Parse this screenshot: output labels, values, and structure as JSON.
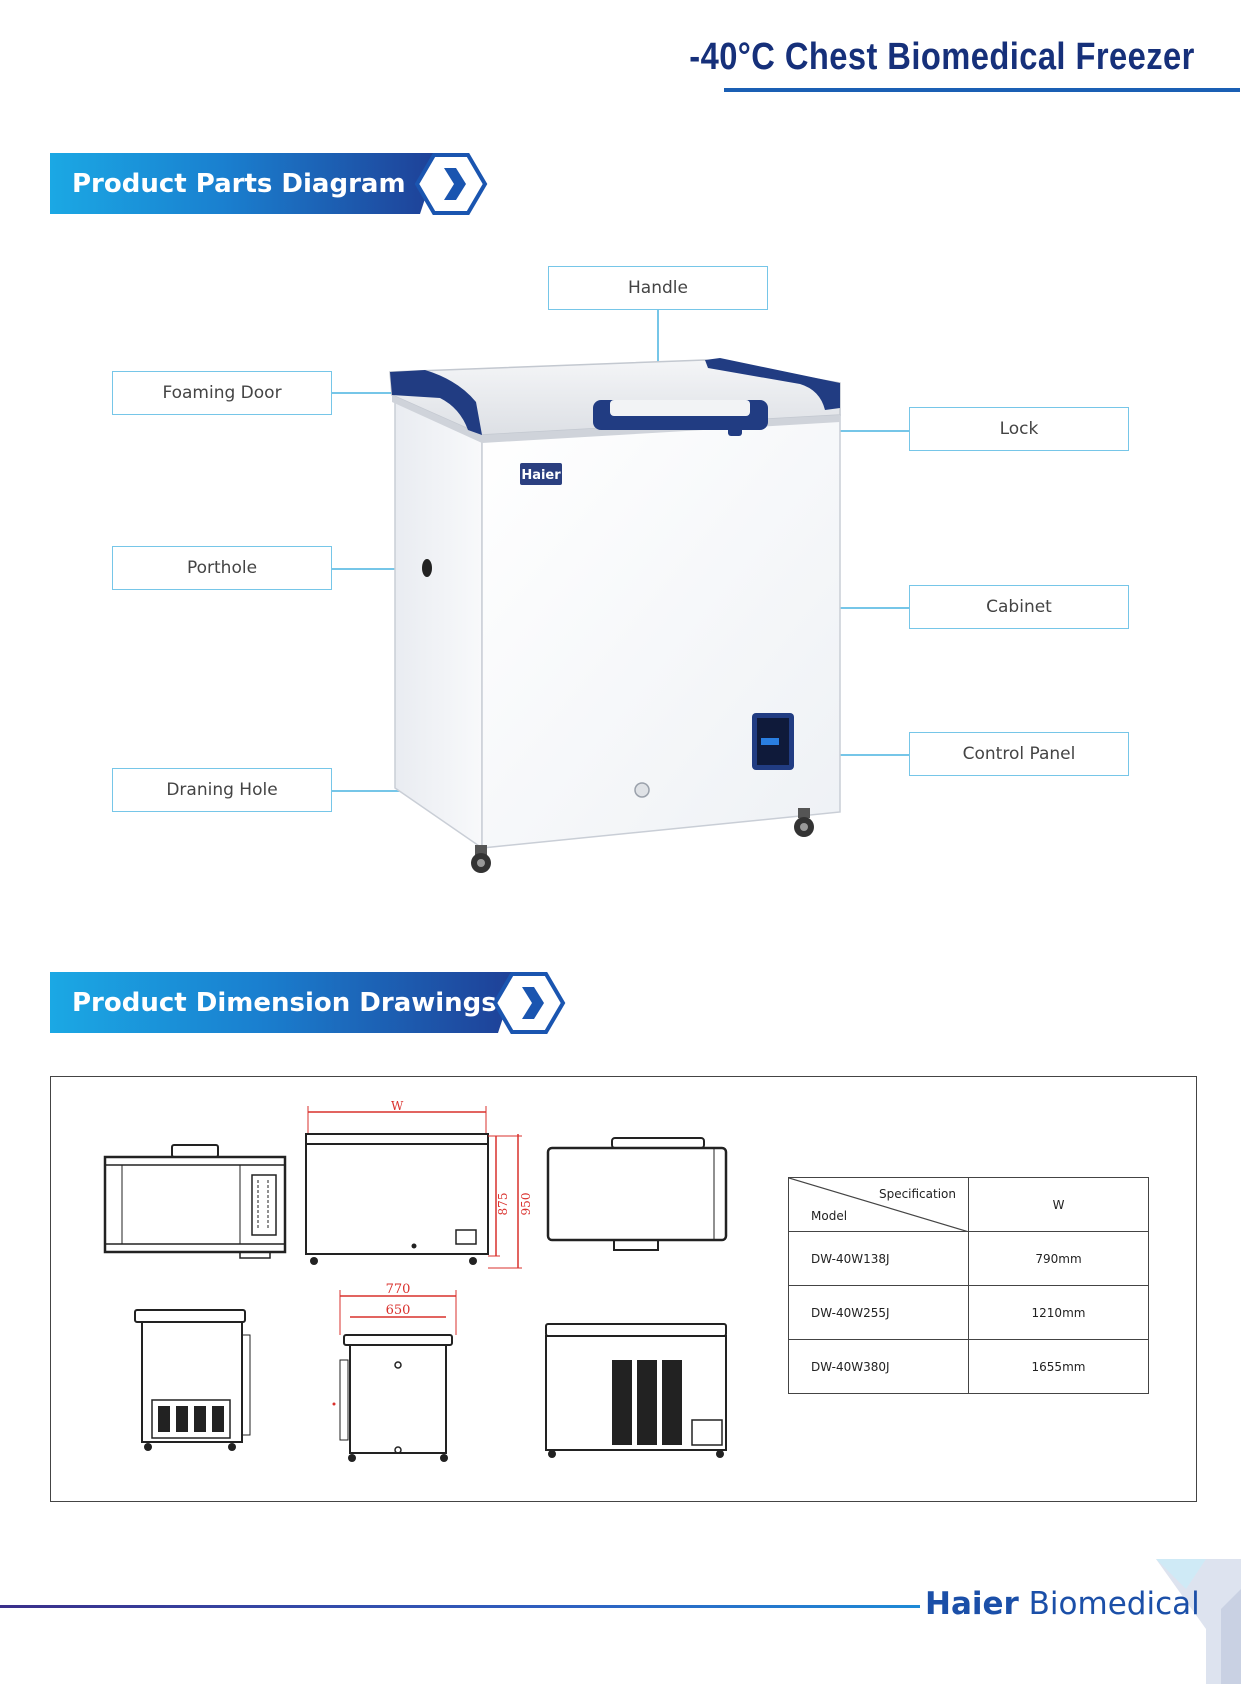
{
  "header": {
    "title": "-40°C Chest Biomedical Freezer"
  },
  "sections": {
    "parts": "Product Parts Diagram",
    "dimensions": "Product Dimension Drawings"
  },
  "parts": {
    "handle": "Handle",
    "foaming_door": "Foaming Door",
    "lock": "Lock",
    "porthole": "Porthole",
    "cabinet": "Cabinet",
    "control_panel": "Control Panel",
    "draning_hole": "Draning Hole"
  },
  "product_logo": "Haier",
  "drawing_labels": {
    "w": "W",
    "h875": "875",
    "h950": "950",
    "d770": "770",
    "d650": "650"
  },
  "spec_table": {
    "header_spec": "Specification",
    "header_model": "Model",
    "header_w": "W",
    "rows": [
      {
        "model": "DW-40W138J",
        "w": "790mm"
      },
      {
        "model": "DW-40W255J",
        "w": "1210mm"
      },
      {
        "model": "DW-40W380J",
        "w": "1655mm"
      }
    ]
  },
  "footer": {
    "brand_bold": "Haier",
    "brand_rest": " Biomedical"
  },
  "colors": {
    "navy": "#16307a",
    "accent": "#1a5fb4",
    "callout_border": "#76c6e8",
    "dim_red": "#d9302c"
  }
}
